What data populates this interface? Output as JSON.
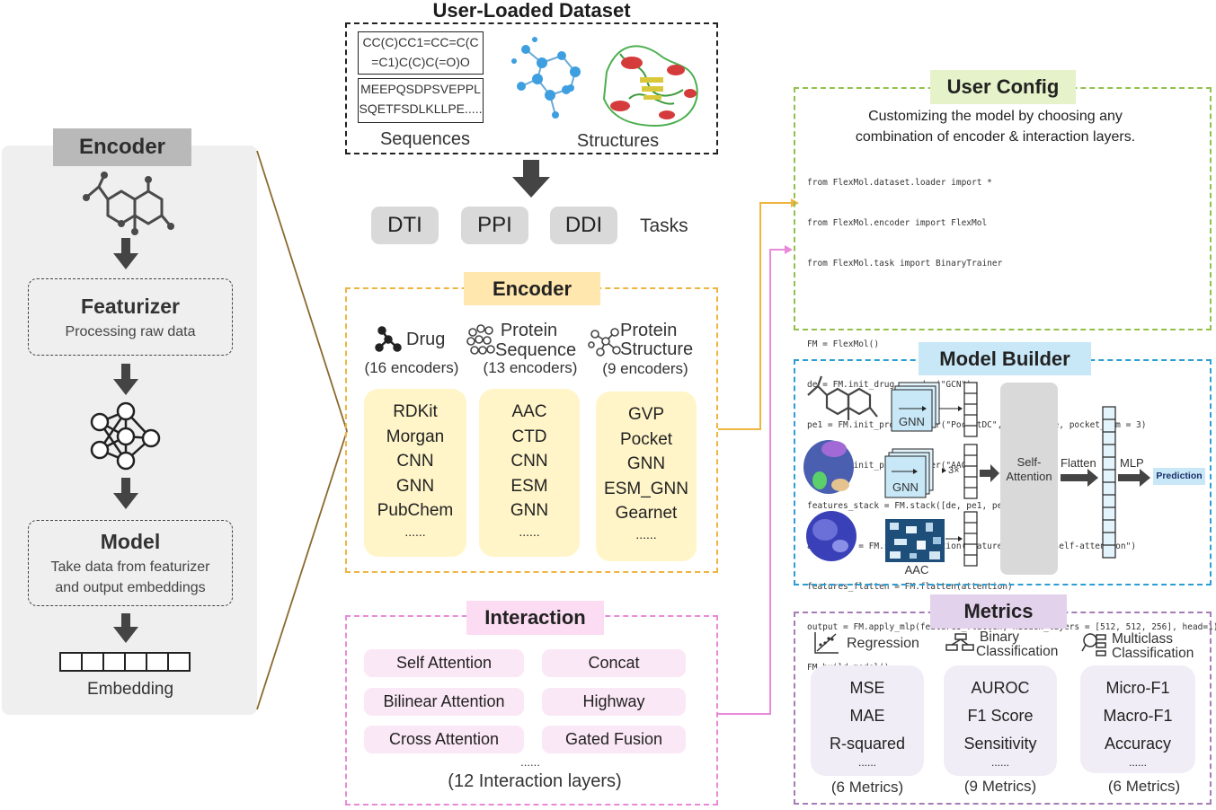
{
  "left": {
    "title": "Encoder",
    "featurizer_title": "Featurizer",
    "featurizer_desc": "Processing raw data",
    "model_title": "Model",
    "model_desc_1": "Take data from featurizer",
    "model_desc_2": "and output embeddings",
    "embedding_label": "Embedding"
  },
  "dataset": {
    "title": "User-Loaded Dataset",
    "smiles_1": "CC(C)CC1=CC=C(C",
    "smiles_2": "=C1)C(C)C(=O)O",
    "protein_1": "MEEPQSDPSVEPPL",
    "protein_2": "SQETFSDLKLLPE.....",
    "sequences_label": "Sequences",
    "structures_label": "Structures"
  },
  "tasks": {
    "items": [
      "DTI",
      "PPI",
      "DDI"
    ],
    "label": "Tasks"
  },
  "encoder": {
    "title": "Encoder",
    "drug_head": "Drug",
    "drug_count": "(16 encoders)",
    "seq_head_1": "Protein",
    "seq_head_2": "Sequence",
    "seq_count": "(13 encoders)",
    "struct_head_1": "Protein",
    "struct_head_2": "Structure",
    "struct_count": "(9 encoders)",
    "drug_items": [
      "RDKit",
      "Morgan",
      "CNN",
      "GNN",
      "PubChem",
      "......"
    ],
    "seq_items": [
      "AAC",
      "CTD",
      "CNN",
      "ESM",
      "GNN",
      "......"
    ],
    "struct_items": [
      "GVP",
      "Pocket",
      "GNN",
      "ESM_GNN",
      "Gearnet",
      "......"
    ]
  },
  "interaction": {
    "title": "Interaction",
    "items": [
      "Self Attention",
      "Concat",
      "Bilinear Attention",
      "Highway",
      "Cross Attention",
      "Gated Fusion"
    ],
    "dots": "......",
    "count": "(12 Interaction layers)"
  },
  "config": {
    "title": "User Config",
    "desc_1": "Customizing the model by choosing any",
    "desc_2": "combination of encoder & interaction layers.",
    "code": [
      "from FlexMol.dataset.loader import *",
      "from FlexMol.encoder import FlexMol",
      "from FlexMol.task import BinaryTrainer",
      "",
      "FM = FlexMol()",
      "de = FM.init_drug_encoder(\"GCN\")",
      "pe1 = FM.init_prot_encoder(\"PocketDC\", pdb = True, pocket_num = 3)",
      "pe2 = FM.init_prot_encoder(\"AAC\")",
      "features_stack = FM.stack([de, pe1, pe2])",
      "attention = FM.set_interaction(features_stack, \"self-attention\")",
      "features_flatten = FM.flatten(attention)",
      "output = FM.apply_mlp(features_flatten, hidden_layers = [512, 512, 256], head=1)",
      "FM.build_model()"
    ]
  },
  "builder": {
    "title": "Model Builder",
    "gnn_1": "GNN",
    "gnn_2": "GNN",
    "aac": "AAC",
    "times": "3×",
    "self_attention_1": "Self-",
    "self_attention_2": "Attention",
    "flatten": "Flatten",
    "mlp": "MLP",
    "prediction": "Prediction"
  },
  "metrics": {
    "title": "Metrics",
    "regression_head": "Regression",
    "binary_head_1": "Binary",
    "binary_head_2": "Classification",
    "multi_head_1": "Multiclass",
    "multi_head_2": "Classification",
    "regression_items": [
      "MSE",
      "MAE",
      "R-squared",
      "......"
    ],
    "binary_items": [
      "AUROC",
      "F1 Score",
      "Sensitivity",
      "......"
    ],
    "multi_items": [
      "Micro-F1",
      "Macro-F1",
      "Accuracy",
      "......"
    ],
    "regression_count": "(6 Metrics)",
    "binary_count": "(9 Metrics)",
    "multi_count": "(6 Metrics)"
  },
  "colors": {
    "encoder_accent": "#eeb541",
    "interaction_accent": "#e98ad8",
    "config_accent": "#92c14b",
    "builder_accent": "#2c9ed3",
    "metrics_accent": "#a57cb6"
  }
}
